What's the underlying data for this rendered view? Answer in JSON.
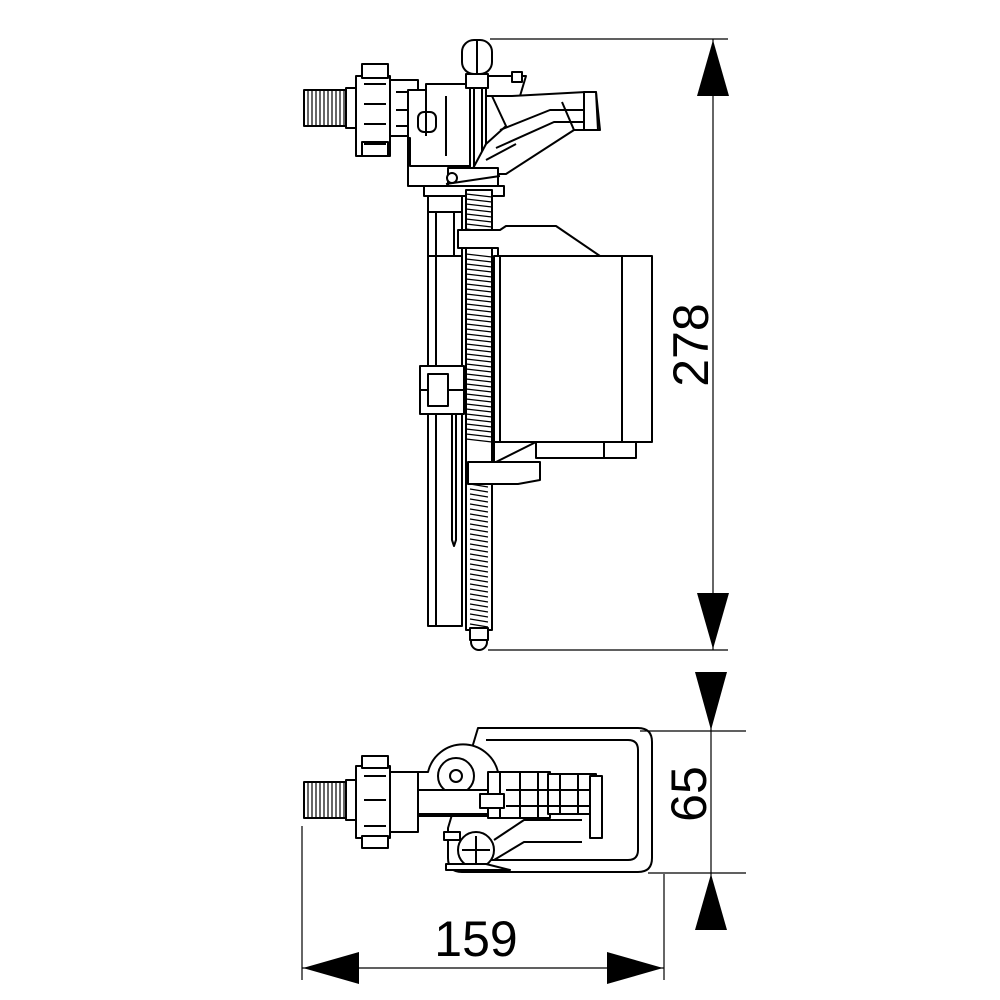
{
  "dimensions": {
    "height_side_view": "278",
    "depth_top_view": "65",
    "width_top_view": "159"
  },
  "colors": {
    "line": "#000000",
    "background": "#ffffff"
  }
}
